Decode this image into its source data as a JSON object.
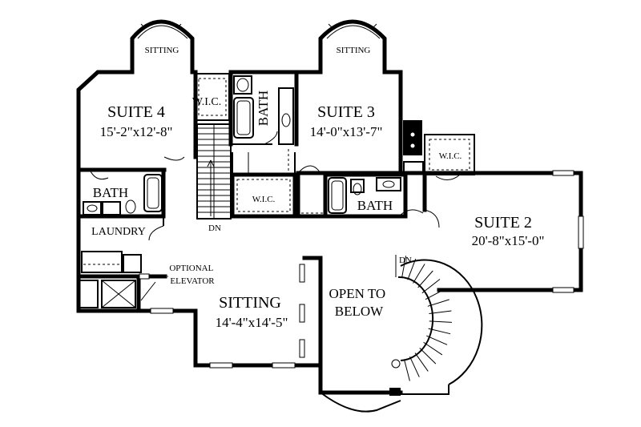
{
  "rooms": {
    "suite4": {
      "name": "SUITE 4",
      "size": "15'-2\"x12'-8\""
    },
    "suite3": {
      "name": "SUITE 3",
      "size": "14'-0\"x13'-7\""
    },
    "suite2": {
      "name": "SUITE 2",
      "size": "20'-8\"x15'-0\""
    },
    "sitting_main": {
      "name": "SITTING",
      "size": "14'-4\"x14'-5\""
    },
    "sitting_suite4": "SITTING",
    "sitting_suite3": "SITTING",
    "bath_suite4": "BATH",
    "bath_center": "BATH",
    "bath_suite3": "BATH",
    "wic_suite4": "W.I.C.",
    "wic_center": "W.I.C.",
    "wic_suite2": "W.I.C.",
    "laundry": "LAUNDRY",
    "optional_elevator": "OPTIONAL ELEVATOR",
    "open_to_below": "OPEN TO BELOW"
  },
  "stairs": {
    "straight_dn": "DN",
    "curved_dn": "DN"
  }
}
